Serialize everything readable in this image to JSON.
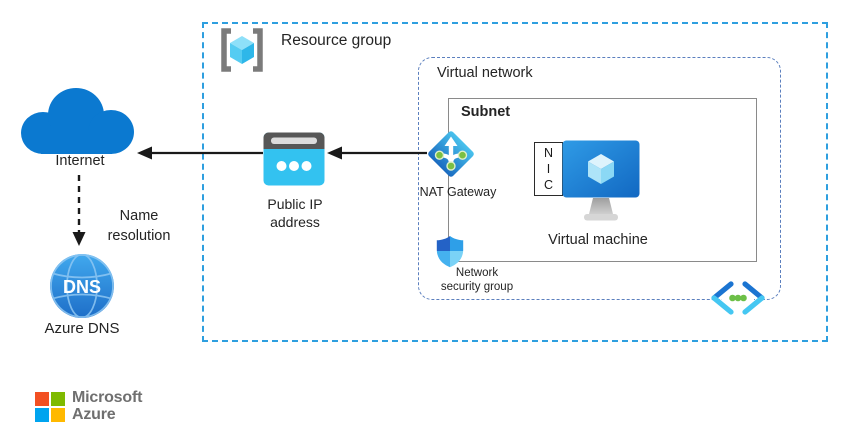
{
  "labels": {
    "internet": "Internet",
    "name_resolution": "Name resolution",
    "dns_icon_text": "DNS",
    "azure_dns": "Azure DNS",
    "resource_group": "Resource group",
    "public_ip_address": "Public IP address",
    "virtual_network": "Virtual network",
    "subnet": "Subnet",
    "nat_gateway": "NAT Gateway",
    "nic_letters": [
      "N",
      "I",
      "C"
    ],
    "virtual_machine": "Virtual machine",
    "network_security_group": "Network security group",
    "microsoft": "Microsoft",
    "azure": "Azure"
  },
  "icons": {
    "internet": "cloud-icon",
    "azure_dns": "dns-globe-icon",
    "resource_group": "brackets-cube-icon",
    "public_ip": "public-ip-panel-icon",
    "nat_gateway": "nat-diamond-arrow-icon",
    "virtual_machine": "vm-monitor-cube-icon",
    "network_security_group": "shield-icon",
    "virtual_network_badge": "angle-brackets-dots-icon",
    "microsoft_logo": "four-squares-icon"
  },
  "colors": {
    "azure_blue": "#0B79D0",
    "resource_group_border": "#2E9FDF",
    "virtual_network_border": "#5B7FBE",
    "subnet_border": "#8A8A8A",
    "arrow_black": "#1A1A1A",
    "public_ip_cyan": "#33C2F0",
    "nat_green_dot": "#7BC043",
    "shield_dark_blue": "#2462C6",
    "ms_red": "#F25022",
    "ms_green": "#7FBA00",
    "ms_blue": "#00A4EF",
    "ms_yellow": "#FFB900",
    "wordmark_gray": "#6F6F6F"
  }
}
